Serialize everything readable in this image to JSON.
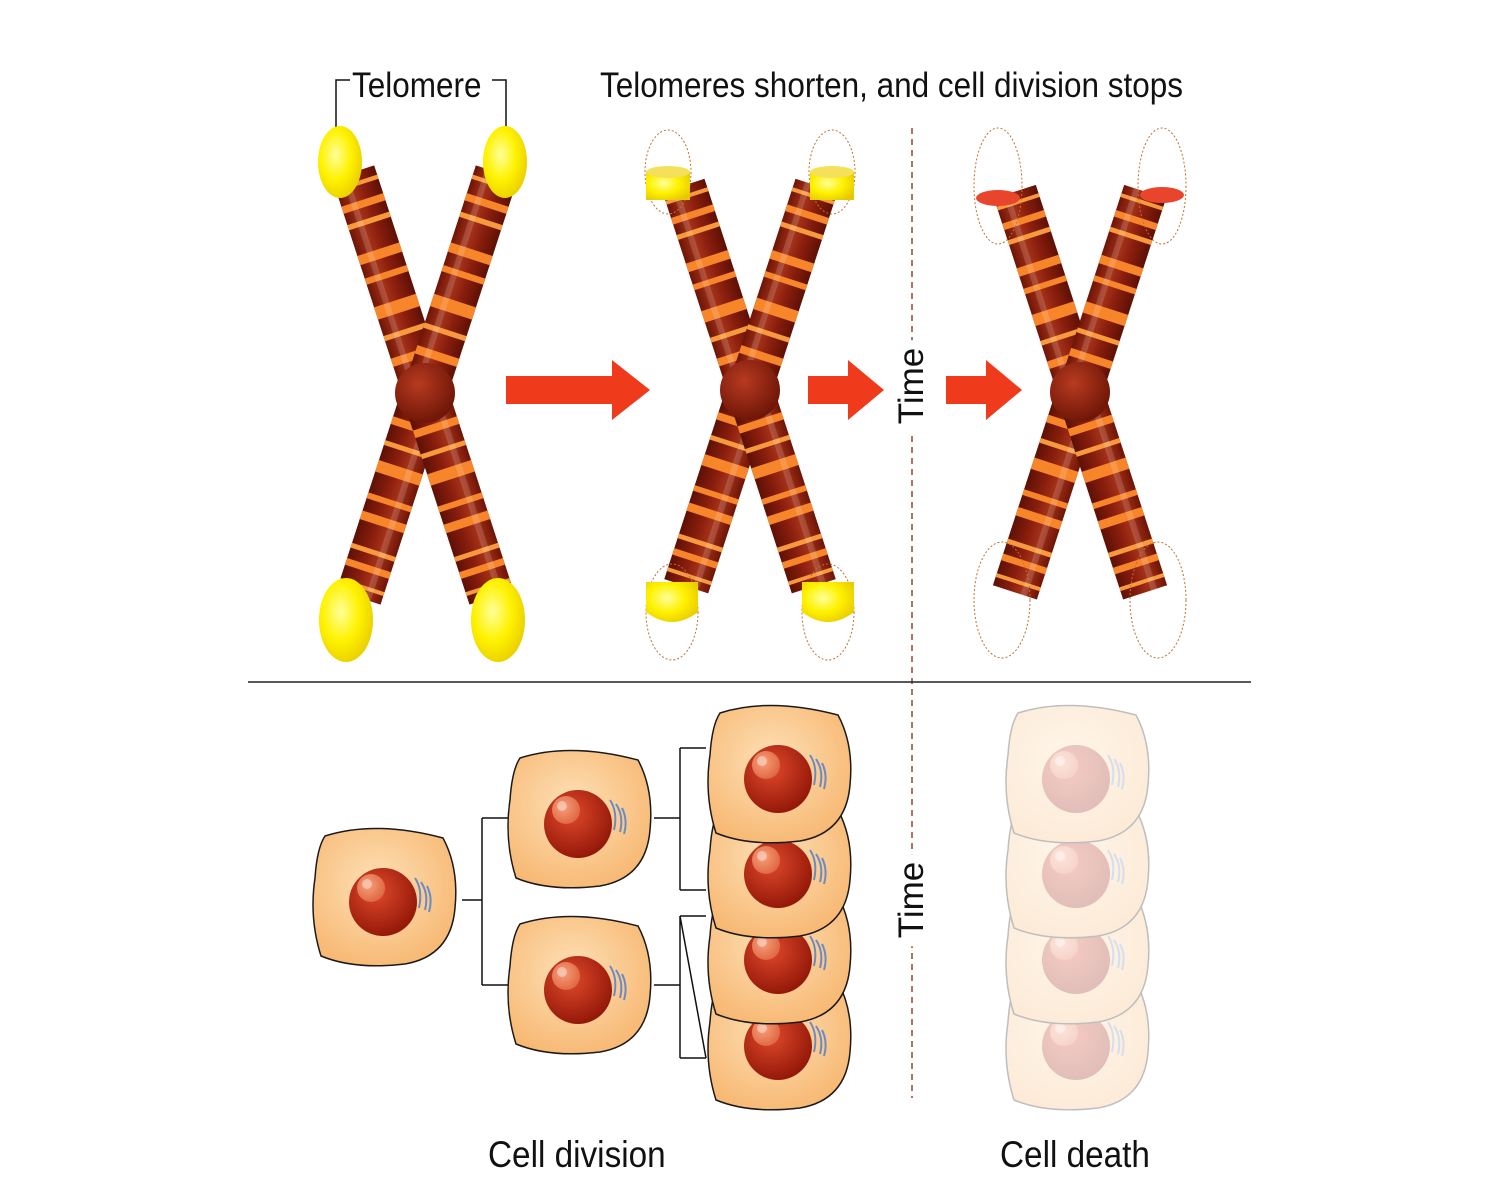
{
  "labels": {
    "telomere": "Telomere",
    "title": "Telomeres shorten, and cell division stops",
    "time_top": "Time",
    "time_bottom": "Time",
    "cell_division": "Cell division",
    "cell_death": "Cell death"
  },
  "colors": {
    "chromatid_dark": "#8c1f0e",
    "band_orange": "#f7852a",
    "telomere_yellow": "#fff200",
    "telomere_red": "#e8452c",
    "arrow_red": "#ef3a1c",
    "centromere": "#7a1808",
    "cell_body": "#fbc98e",
    "nucleus": "#c42a10",
    "divider_dashed": "#8c4a2a"
  },
  "stages": [
    {
      "name": "long-telomeres",
      "telomere": "yellow-full"
    },
    {
      "name": "short-telomeres",
      "telomere": "yellow-short"
    },
    {
      "name": "critically-short-telomeres",
      "telomere": "red-stub"
    }
  ]
}
